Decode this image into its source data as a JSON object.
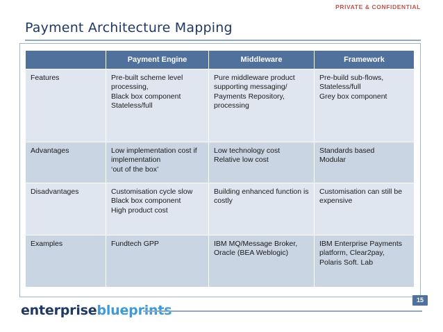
{
  "header": {
    "confidential": "PRIVATE & CONFIDENTIAL"
  },
  "title": "Payment Architecture Mapping",
  "table": {
    "headers": [
      "",
      "Payment Engine",
      "Middleware",
      "Framework"
    ],
    "rows": [
      {
        "label": "Features",
        "cells": [
          [
            "Pre-built scheme level",
            "processing,",
            "Black box component",
            "Stateless/full"
          ],
          [
            "Pure middleware product",
            "supporting messaging/",
            "Payments Repository,",
            "processing"
          ],
          [
            "Pre-build sub-flows,",
            "Stateless/full",
            "Grey box component"
          ]
        ]
      },
      {
        "label": "Advantages",
        "cells": [
          [
            "Low implementation cost if",
            "implementation",
            "‘out of the box’"
          ],
          [
            "Low technology cost",
            "Relative low cost"
          ],
          [
            "Standards based",
            "Modular"
          ]
        ]
      },
      {
        "label": "Disadvantages",
        "cells": [
          [
            "Customisation cycle slow",
            "Black box component",
            "High product cost"
          ],
          [
            "Building enhanced function is",
            "costly"
          ],
          [
            "Customisation can still be",
            "expensive"
          ]
        ]
      },
      {
        "label": "Examples",
        "cells": [
          [
            "Fundtech GPP"
          ],
          [
            "IBM MQ/Message Broker,",
            "Oracle (BEA Weblogic)"
          ],
          [
            "IBM Enterprise Payments",
            "platform, Clear2pay,",
            "Polaris Soft. Lab"
          ]
        ]
      }
    ]
  },
  "footer": {
    "logo_dark": "enterprise",
    "logo_light": "blueprints",
    "page_number": "15"
  },
  "colors": {
    "header_fill": "#4f719b",
    "row_light": "#dfe6ef",
    "row_dark": "#c9d5e3",
    "title": "#1f3864",
    "confidential": "#c0504d",
    "rule": "#8da9c4"
  }
}
